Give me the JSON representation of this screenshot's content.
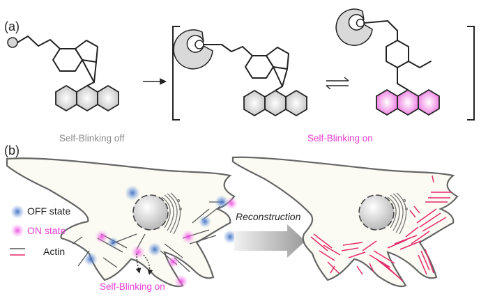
{
  "panel_a": {
    "label": "(a)",
    "caption_off": "Self-Blinking off",
    "caption_on": "Self-Blinking on"
  },
  "panel_b": {
    "label": "(b)",
    "legend": {
      "off_state": "OFF state",
      "on_state": "ON state",
      "actin": "Actin"
    },
    "reconstruction_label": "Reconstruction",
    "blinking_label": "Self-Blinking on"
  },
  "colors": {
    "on_pink": "#e83fd0",
    "off_blue": "#4e79c9",
    "actin_red": "#e6286a",
    "actin_grey": "#555555",
    "cell_fill": "#fbfbf3",
    "outline": "#666666"
  }
}
